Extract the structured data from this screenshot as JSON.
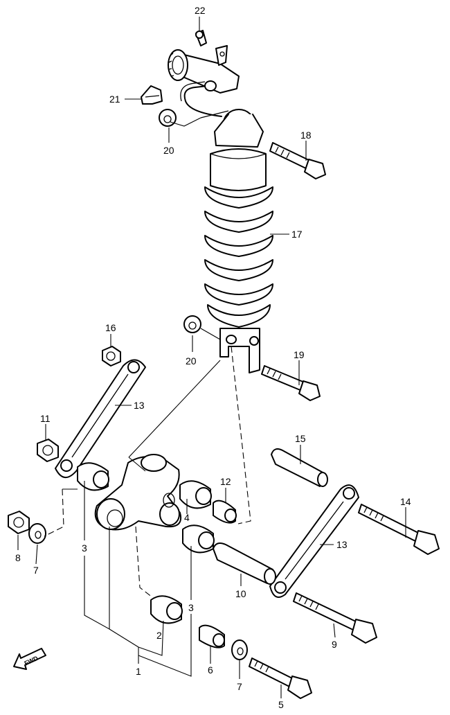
{
  "labels": {
    "p1": "1",
    "p2": "2",
    "p3a": "3",
    "p3b": "3",
    "p4": "4",
    "p5": "5",
    "p6": "6",
    "p7a": "7",
    "p7b": "7",
    "p8": "8",
    "p9": "9",
    "p10": "10",
    "p11": "11",
    "p12": "12",
    "p13a": "13",
    "p13b": "13",
    "p14": "14",
    "p15": "15",
    "p16": "16",
    "p17": "17",
    "p18": "18",
    "p19": "19",
    "p20a": "20",
    "p20b": "20",
    "p21": "21",
    "p22": "22"
  },
  "fwd_label": "FWD"
}
